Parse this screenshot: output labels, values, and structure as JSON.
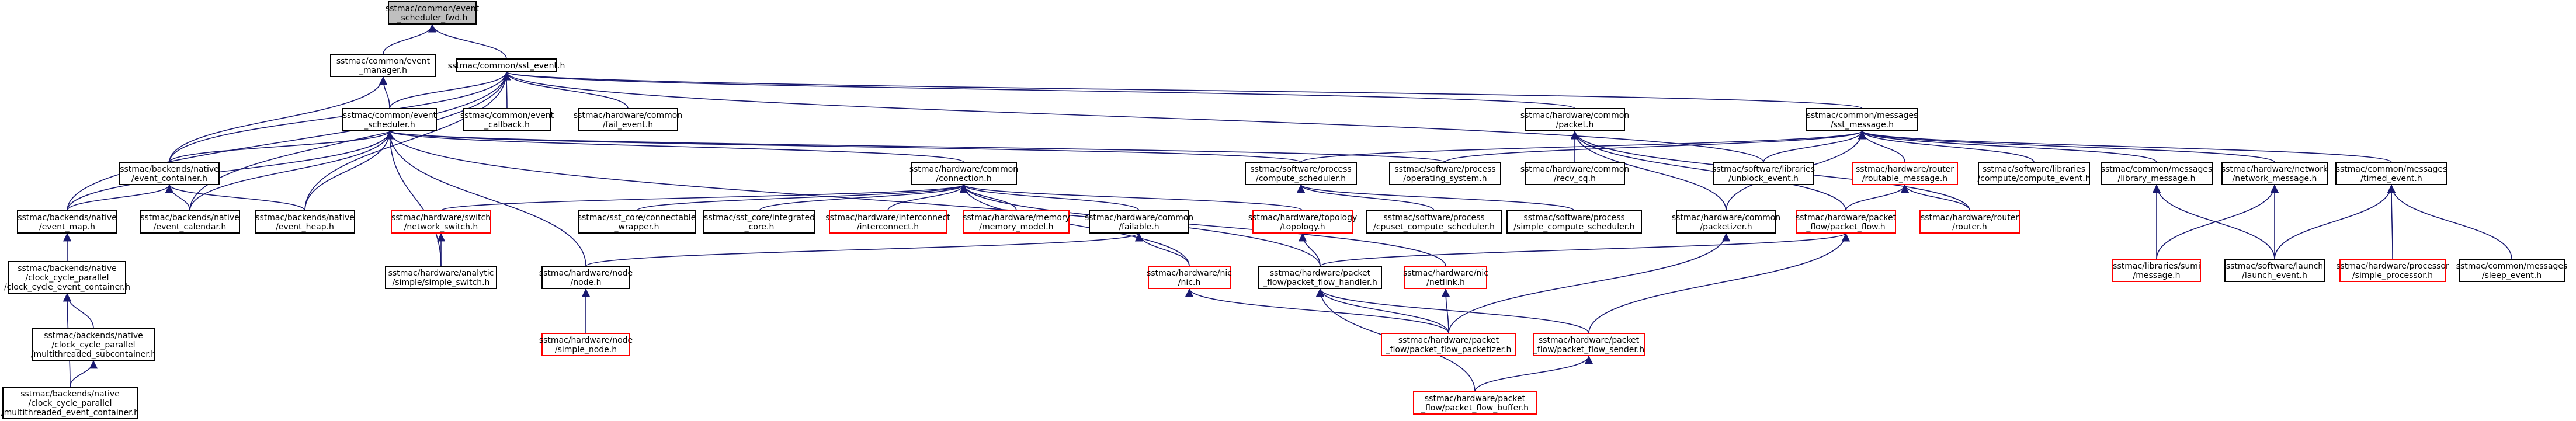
{
  "diagram": {
    "kind": "include-dependency-graph",
    "edge_color": "#191970",
    "root_fill": "#bfbfbf",
    "missing_file_border": "#ff0000",
    "nodes": [
      {
        "id": "n_sched_fwd",
        "lines": [
          "sstmac/common/event",
          "_scheduler_fwd.h"
        ],
        "root": true
      },
      {
        "id": "n_event_manager",
        "lines": [
          "sstmac/common/event",
          "_manager.h"
        ]
      },
      {
        "id": "n_sst_event",
        "lines": [
          "sstmac/common/sst_event.h"
        ]
      },
      {
        "id": "n_event_scheduler",
        "lines": [
          "sstmac/common/event",
          "_scheduler.h"
        ]
      },
      {
        "id": "n_event_callback",
        "lines": [
          "sstmac/common/event",
          "_callback.h"
        ]
      },
      {
        "id": "n_fail_event",
        "lines": [
          "sstmac/hardware/common",
          "/fail_event.h"
        ]
      },
      {
        "id": "n_hw_packet",
        "lines": [
          "sstmac/hardware/common",
          "/packet.h"
        ]
      },
      {
        "id": "n_sst_message",
        "lines": [
          "sstmac/common/messages",
          "/sst_message.h"
        ]
      },
      {
        "id": "n_event_container",
        "lines": [
          "sstmac/backends/native",
          "/event_container.h"
        ]
      },
      {
        "id": "n_connection",
        "lines": [
          "sstmac/hardware/common",
          "/connection.h"
        ]
      },
      {
        "id": "n_compute_scheduler",
        "lines": [
          "sstmac/software/process",
          "/compute_scheduler.h"
        ]
      },
      {
        "id": "n_operating_system",
        "lines": [
          "sstmac/software/process",
          "/operating_system.h"
        ]
      },
      {
        "id": "n_recv_cq",
        "lines": [
          "sstmac/hardware/common",
          "/recv_cq.h"
        ]
      },
      {
        "id": "n_unblock_event",
        "lines": [
          "sstmac/software/libraries",
          "/unblock_event.h"
        ]
      },
      {
        "id": "n_routable_message",
        "lines": [
          "sstmac/hardware/router",
          "/routable_message.h"
        ],
        "missing": true
      },
      {
        "id": "n_compute_event",
        "lines": [
          "sstmac/software/libraries",
          "/compute/compute_event.h"
        ]
      },
      {
        "id": "n_library_message",
        "lines": [
          "sstmac/common/messages",
          "/library_message.h"
        ]
      },
      {
        "id": "n_network_message",
        "lines": [
          "sstmac/hardware/network",
          "/network_message.h"
        ]
      },
      {
        "id": "n_timed_event",
        "lines": [
          "sstmac/common/messages",
          "/timed_event.h"
        ]
      },
      {
        "id": "n_event_map",
        "lines": [
          "sstmac/backends/native",
          "/event_map.h"
        ]
      },
      {
        "id": "n_event_calendar",
        "lines": [
          "sstmac/backends/native",
          "/event_calendar.h"
        ]
      },
      {
        "id": "n_event_heap",
        "lines": [
          "sstmac/backends/native",
          "/event_heap.h"
        ]
      },
      {
        "id": "n_network_switch",
        "lines": [
          "sstmac/hardware/switch",
          "/network_switch.h"
        ],
        "missing": true
      },
      {
        "id": "n_connectable_wrapper",
        "lines": [
          "sstmac/sst_core/connectable",
          "_wrapper.h"
        ]
      },
      {
        "id": "n_integrated_core",
        "lines": [
          "sstmac/sst_core/integrated",
          "_core.h"
        ]
      },
      {
        "id": "n_interconnect",
        "lines": [
          "sstmac/hardware/interconnect",
          "/interconnect.h"
        ],
        "missing": true
      },
      {
        "id": "n_memory_model",
        "lines": [
          "sstmac/hardware/memory",
          "/memory_model.h"
        ],
        "missing": true
      },
      {
        "id": "n_failable",
        "lines": [
          "sstmac/hardware/common",
          "/failable.h"
        ]
      },
      {
        "id": "n_topology",
        "lines": [
          "sstmac/hardware/topology",
          "/topology.h"
        ],
        "missing": true
      },
      {
        "id": "n_cpuset_compute_scheduler",
        "lines": [
          "sstmac/software/process",
          "/cpuset_compute_scheduler.h"
        ]
      },
      {
        "id": "n_simple_compute_scheduler",
        "lines": [
          "sstmac/software/process",
          "/simple_compute_scheduler.h"
        ]
      },
      {
        "id": "n_packetizer",
        "lines": [
          "sstmac/hardware/common",
          "/packetizer.h"
        ]
      },
      {
        "id": "n_packet_flow",
        "lines": [
          "sstmac/hardware/packet",
          "_flow/packet_flow.h"
        ],
        "missing": true
      },
      {
        "id": "n_router",
        "lines": [
          "sstmac/hardware/router",
          "/router.h"
        ],
        "missing": true
      },
      {
        "id": "n_sumi_message",
        "lines": [
          "sstmac/libraries/sumi",
          "/message.h"
        ],
        "missing": true
      },
      {
        "id": "n_launch_event",
        "lines": [
          "sstmac/software/launch",
          "/launch_event.h"
        ]
      },
      {
        "id": "n_simple_processor",
        "lines": [
          "sstmac/hardware/processor",
          "/simple_processor.h"
        ],
        "missing": true
      },
      {
        "id": "n_sleep_event",
        "lines": [
          "sstmac/common/messages",
          "/sleep_event.h"
        ]
      },
      {
        "id": "n_clock_cycle_event_container",
        "lines": [
          "sstmac/backends/native",
          "/clock_cycle_parallel",
          "/clock_cycle_event_container.h"
        ]
      },
      {
        "id": "n_simple_switch",
        "lines": [
          "sstmac/hardware/analytic",
          "/simple/simple_switch.h"
        ]
      },
      {
        "id": "n_node",
        "lines": [
          "sstmac/hardware/node",
          "/node.h"
        ]
      },
      {
        "id": "n_nic",
        "lines": [
          "sstmac/hardware/nic",
          "/nic.h"
        ],
        "missing": true
      },
      {
        "id": "n_netlink",
        "lines": [
          "sstmac/hardware/nic",
          "/netlink.h"
        ],
        "missing": true
      },
      {
        "id": "n_packet_flow_handler",
        "lines": [
          "sstmac/hardware/packet",
          "_flow/packet_flow_handler.h"
        ]
      },
      {
        "id": "n_multithreaded_subcontainer",
        "lines": [
          "sstmac/backends/native",
          "/clock_cycle_parallel",
          "/multithreaded_subcontainer.h"
        ]
      },
      {
        "id": "n_simple_node",
        "lines": [
          "sstmac/hardware/node",
          "/simple_node.h"
        ],
        "missing": true
      },
      {
        "id": "n_packet_flow_packetizer",
        "lines": [
          "sstmac/hardware/packet",
          "_flow/packet_flow_packetizer.h"
        ],
        "missing": true
      },
      {
        "id": "n_packet_flow_sender",
        "lines": [
          "sstmac/hardware/packet",
          "_flow/packet_flow_sender.h"
        ],
        "missing": true
      },
      {
        "id": "n_multithreaded_event_container",
        "lines": [
          "sstmac/backends/native",
          "/clock_cycle_parallel",
          "/multithreaded_event_container.h"
        ]
      },
      {
        "id": "n_packet_flow_buffer",
        "lines": [
          "sstmac/hardware/packet",
          "_flow/packet_flow_buffer.h"
        ],
        "missing": true
      }
    ],
    "edges": [
      [
        "n_event_manager",
        "n_sched_fwd"
      ],
      [
        "n_sst_event",
        "n_sched_fwd"
      ],
      [
        "n_event_scheduler",
        "n_event_manager"
      ],
      [
        "n_event_container",
        "n_event_manager"
      ],
      [
        "n_event_scheduler",
        "n_sst_event"
      ],
      [
        "n_event_callback",
        "n_sst_event"
      ],
      [
        "n_fail_event",
        "n_sst_event"
      ],
      [
        "n_hw_packet",
        "n_sst_event"
      ],
      [
        "n_sst_message",
        "n_sst_event"
      ],
      [
        "n_event_container",
        "n_sst_event"
      ],
      [
        "n_event_map",
        "n_sst_event"
      ],
      [
        "n_event_calendar",
        "n_sst_event"
      ],
      [
        "n_event_heap",
        "n_sst_event"
      ],
      [
        "n_unblock_event",
        "n_sst_event"
      ],
      [
        "n_event_container",
        "n_event_scheduler"
      ],
      [
        "n_event_map",
        "n_event_scheduler"
      ],
      [
        "n_event_calendar",
        "n_event_scheduler"
      ],
      [
        "n_event_heap",
        "n_event_scheduler"
      ],
      [
        "n_connection",
        "n_event_scheduler"
      ],
      [
        "n_compute_scheduler",
        "n_event_scheduler"
      ],
      [
        "n_operating_system",
        "n_event_scheduler"
      ],
      [
        "n_simple_switch",
        "n_event_scheduler"
      ],
      [
        "n_node",
        "n_event_scheduler"
      ],
      [
        "n_packet_flow_handler",
        "n_event_scheduler"
      ],
      [
        "n_recv_cq",
        "n_hw_packet"
      ],
      [
        "n_packetizer",
        "n_hw_packet"
      ],
      [
        "n_packet_flow",
        "n_hw_packet"
      ],
      [
        "n_router",
        "n_hw_packet"
      ],
      [
        "n_routable_message",
        "n_sst_message"
      ],
      [
        "n_compute_event",
        "n_sst_message"
      ],
      [
        "n_library_message",
        "n_sst_message"
      ],
      [
        "n_network_message",
        "n_sst_message"
      ],
      [
        "n_timed_event",
        "n_sst_message"
      ],
      [
        "n_unblock_event",
        "n_sst_message"
      ],
      [
        "n_operating_system",
        "n_sst_message"
      ],
      [
        "n_compute_scheduler",
        "n_sst_message"
      ],
      [
        "n_packetizer",
        "n_sst_message"
      ],
      [
        "n_event_map",
        "n_event_container"
      ],
      [
        "n_event_calendar",
        "n_event_container"
      ],
      [
        "n_event_heap",
        "n_event_container"
      ],
      [
        "n_network_switch",
        "n_connection"
      ],
      [
        "n_connectable_wrapper",
        "n_connection"
      ],
      [
        "n_integrated_core",
        "n_connection"
      ],
      [
        "n_interconnect",
        "n_connection"
      ],
      [
        "n_memory_model",
        "n_connection"
      ],
      [
        "n_failable",
        "n_connection"
      ],
      [
        "n_topology",
        "n_connection"
      ],
      [
        "n_nic",
        "n_connection"
      ],
      [
        "n_netlink",
        "n_connection"
      ],
      [
        "n_cpuset_compute_scheduler",
        "n_compute_scheduler"
      ],
      [
        "n_simple_compute_scheduler",
        "n_compute_scheduler"
      ],
      [
        "n_packet_flow",
        "n_routable_message"
      ],
      [
        "n_router",
        "n_routable_message"
      ],
      [
        "n_sumi_message",
        "n_library_message"
      ],
      [
        "n_launch_event",
        "n_library_message"
      ],
      [
        "n_sumi_message",
        "n_network_message"
      ],
      [
        "n_launch_event",
        "n_network_message"
      ],
      [
        "n_launch_event",
        "n_timed_event"
      ],
      [
        "n_simple_processor",
        "n_timed_event"
      ],
      [
        "n_sleep_event",
        "n_timed_event"
      ],
      [
        "n_clock_cycle_event_container",
        "n_event_map"
      ],
      [
        "n_simple_switch",
        "n_network_switch"
      ],
      [
        "n_node",
        "n_failable"
      ],
      [
        "n_nic",
        "n_failable"
      ],
      [
        "n_packet_flow_handler",
        "n_topology"
      ],
      [
        "n_packet_flow_handler",
        "n_packet_flow"
      ],
      [
        "n_packet_flow_packetizer",
        "n_packetizer"
      ],
      [
        "n_packet_flow_packetizer",
        "n_netlink"
      ],
      [
        "n_packet_flow_sender",
        "n_packet_flow"
      ],
      [
        "n_packet_flow_packetizer",
        "n_packet_flow_handler"
      ],
      [
        "n_packet_flow_sender",
        "n_packet_flow_handler"
      ],
      [
        "n_packet_flow_buffer",
        "n_packet_flow_sender"
      ],
      [
        "n_packet_flow_buffer",
        "n_packet_flow_handler"
      ],
      [
        "n_packet_flow_packetizer",
        "n_nic"
      ],
      [
        "n_simple_node",
        "n_node"
      ],
      [
        "n_multithreaded_subcontainer",
        "n_clock_cycle_event_container"
      ],
      [
        "n_multithreaded_event_container",
        "n_multithreaded_subcontainer"
      ],
      [
        "n_multithreaded_event_container",
        "n_clock_cycle_event_container"
      ]
    ]
  }
}
